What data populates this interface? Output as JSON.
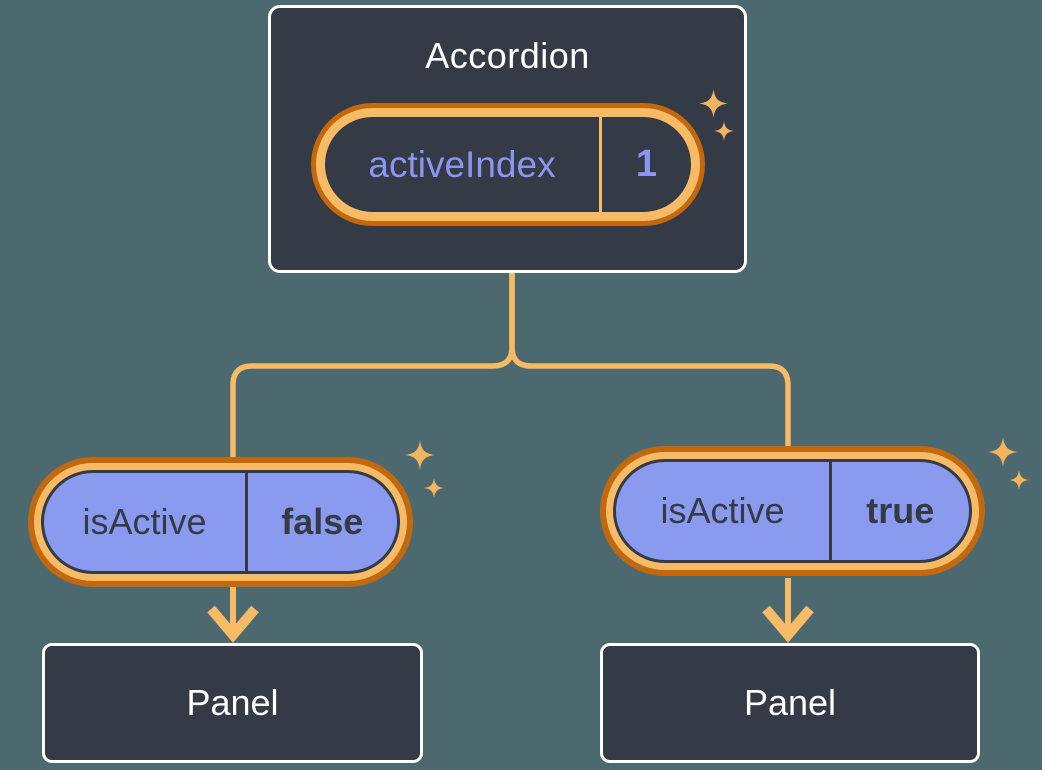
{
  "accordion": {
    "title": "Accordion",
    "state_pill": {
      "label": "activeIndex",
      "value": "1"
    }
  },
  "panels": [
    {
      "prop_pill": {
        "label": "isActive",
        "value": "false"
      },
      "title": "Panel"
    },
    {
      "prop_pill": {
        "label": "isActive",
        "value": "true"
      },
      "title": "Panel"
    }
  ],
  "icons": {
    "sparkle": "four-point-star"
  },
  "colors": {
    "background": "#4d6970",
    "node_fill": "#343a46",
    "node_border": "#ffffff",
    "pill_purple": "#8a9bef",
    "text_light": "#ffffff",
    "text_dark": "#343a46",
    "text_purple": "#8b96f0",
    "orange_light": "#f6bb64",
    "orange_dark": "#c2680f",
    "sparkle": "#f3b45f"
  }
}
